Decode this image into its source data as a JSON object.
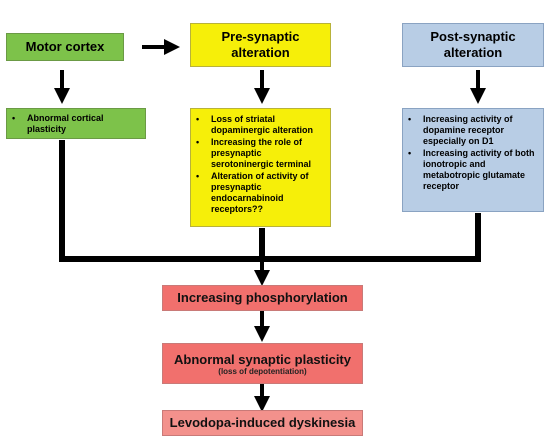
{
  "nodes": {
    "motor_cortex": "Motor cortex",
    "pre_synaptic": "Pre-synaptic alteration",
    "post_synaptic": "Post-synaptic alteration",
    "abnormal_cortical": [
      "Abnormal cortical plasticity"
    ],
    "pre_list": [
      "Loss of striatal dopaminergic alteration",
      "Increasing the role of presynaptic serotoninergic terminal",
      "Alteration of activity of presynaptic endocarnabinoid receptors??"
    ],
    "post_list": [
      "Increasing activity of dopamine receptor especially on D1",
      "Increasing activity of both ionotropic and metabotropic glutamate receptor"
    ],
    "increasing_phosphorylation": "Increasing phosphorylation",
    "abnormal_synaptic": "Abnormal synaptic plasticity",
    "abnormal_synaptic_sub": "(loss of depotentiation)",
    "levodopa": "Levodopa-induced dyskinesia"
  },
  "colors": {
    "green": "#7dc24a",
    "yellow": "#f6ef09",
    "blue": "#b8cde5",
    "red": "#f1706d",
    "connector": "#000000"
  }
}
